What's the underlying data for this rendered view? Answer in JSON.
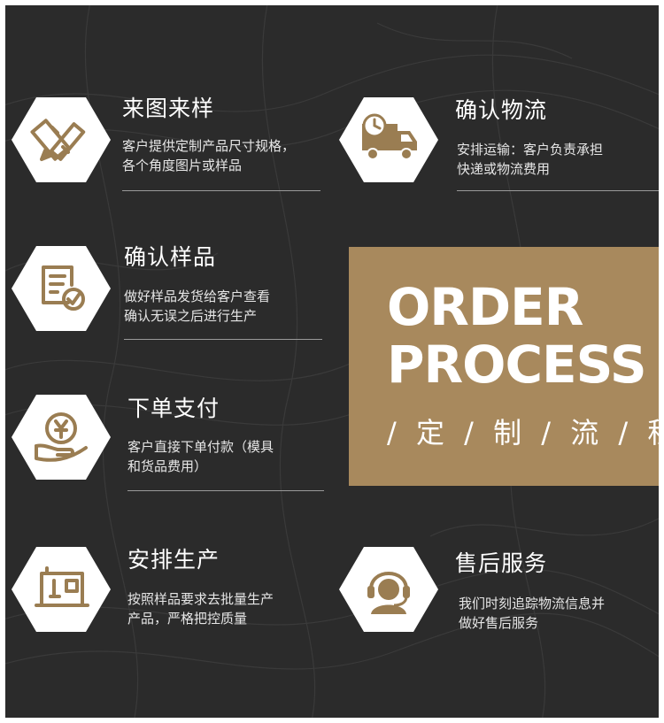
{
  "steps": [
    {
      "title": "来图来样",
      "desc1": "客户提供定制产品尺寸规格，",
      "desc2": "各个角度图片或样品",
      "icon": "pencil-ruler-icon"
    },
    {
      "title": "确认物流",
      "desc1": "安排运输：客户负责承担",
      "desc2": "快递或物流费用",
      "icon": "delivery-truck-icon"
    },
    {
      "title": "确认样品",
      "desc1": "做好样品发货给客户查看",
      "desc2": "确认无误之后进行生产",
      "icon": "document-check-icon"
    },
    {
      "title": "下单支付",
      "desc1": "客户直接下单付款（模具",
      "desc2": "和货品费用）",
      "icon": "yen-coin-hand-icon"
    },
    {
      "title": "安排生产",
      "desc1": "按照样品要求去批量生产",
      "desc2": "产品，严格把控质量",
      "icon": "sewing-machine-icon"
    },
    {
      "title": "售后服务",
      "desc1": "我们时刻追踪物流信息并",
      "desc2": "做好售后服务",
      "icon": "headset-support-icon"
    }
  ],
  "panel": {
    "line1": "ORDER",
    "line2": "PROCESS",
    "subtitle": "/ 定 / 制 / 流 / 程 /"
  },
  "colors": {
    "background": "#2b2b2b",
    "panel": "#a8895d",
    "icon": "#9a7d52",
    "hexagon": "#ffffff"
  }
}
